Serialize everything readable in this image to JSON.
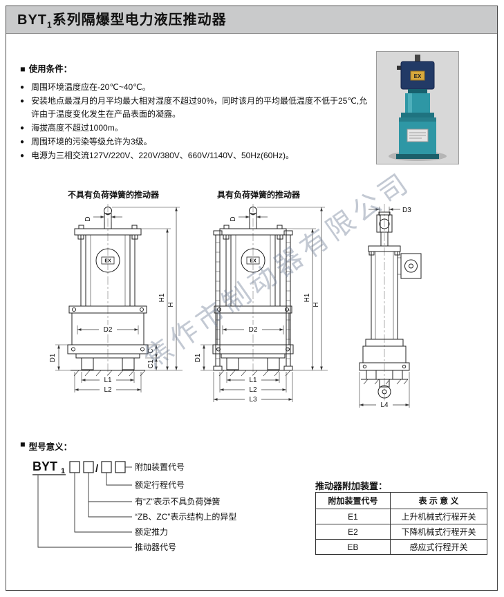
{
  "header": {
    "title_prefix": "BYT",
    "title_sub": "1",
    "title_rest": "系列隔爆型电力液压推动器"
  },
  "conditions": {
    "heading_marker": "■",
    "heading": "使用条件：",
    "bullet": "●",
    "items": [
      "周围环境温度应在-20℃~40℃。",
      "安装地点最湿月的月平均最大相对湿度不超过90%，同时该月的平均最低温度不低于25℃,允许由于温度变化发生在产品表面的凝露。",
      "海拔高度不超过1000m。",
      "周围环境的污染等级允许为3级。",
      "电源为三相交流127V/220V、220V/380V、660V/1140V、50Hz(60Hz)。"
    ]
  },
  "photo": {
    "badge": "EX"
  },
  "drawings": {
    "caption_left": "不具有负荷弹簧的推动器",
    "caption_right": "具有负荷弹簧的推动器",
    "motor_label": "EX",
    "dims": {
      "d": "D",
      "d1": "D1",
      "d2": "D2",
      "d3": "D3",
      "h": "H",
      "h1": "H1",
      "c": "C",
      "c1": "C1",
      "l1": "L1",
      "l2": "L2",
      "l3": "L3",
      "l4": "L4"
    }
  },
  "watermark": {
    "text": "焦作市制动器有限公司"
  },
  "model": {
    "heading_marker": "■",
    "heading": "型号意义：",
    "code_prefix": "BYT",
    "code_sub": "1",
    "slash": "/",
    "labels": [
      "附加装置代号",
      "额定行程代号",
      "有“Z”表示不具负荷弹簧",
      "“ZB、ZC”表示结构上的异型",
      "额定推力",
      "推动器代号"
    ]
  },
  "accessory_table": {
    "heading": "推动器附加装置：",
    "headers": [
      "附加装置代号",
      "表 示 意 义"
    ],
    "rows": [
      [
        "E1",
        "上升机械式行程开关"
      ],
      [
        "E2",
        "下降机械式行程开关"
      ],
      [
        "EB",
        "感应式行程开关"
      ]
    ]
  },
  "colors": {
    "title_bar": "#c9cacb",
    "body_teal": "#2e97a5",
    "line": "#333333"
  }
}
